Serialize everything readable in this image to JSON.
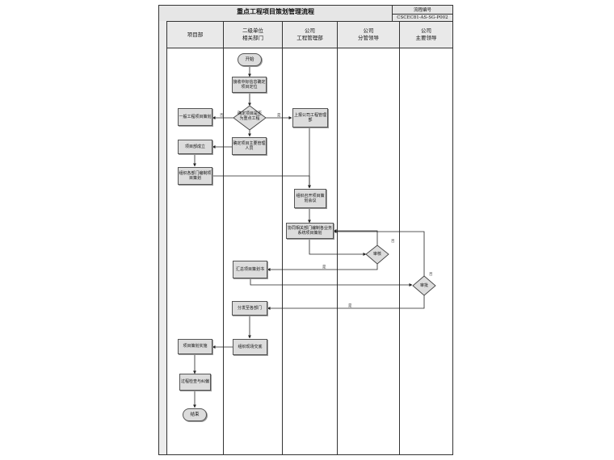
{
  "title": "重点工程项目策划管理流程",
  "code_label": "流程编号",
  "code_value": "CSCEC81-AS-SG-P002",
  "lanes": [
    {
      "line1": "项目部",
      "line2": ""
    },
    {
      "line1": "二级单位",
      "line2": "相关部门"
    },
    {
      "line1": "公司",
      "line2": "工程管理部"
    },
    {
      "line1": "公司",
      "line2": "分管领导"
    },
    {
      "line1": "公司",
      "line2": "主要领导"
    }
  ],
  "nodes": {
    "start": "开始",
    "receive": "接收中标信息确定项目定位",
    "decide_key": "确定项目是否为重点工程",
    "general_plan": "一般工程项目策划",
    "assign_mgmt": "上报公司工程管理部",
    "confirm_staff": "确定项目主要管理人员",
    "setup_dept": "项目部成立",
    "organize_plan": "组织各部门编制项目策划",
    "org_meeting": "组织召开项目策划会议",
    "coordinate": "协同相关部门编制各业务系统项目策划",
    "review": "审核",
    "summary": "汇总项目策划书",
    "approve": "审批",
    "distribute": "分发至各部门",
    "handover": "组织现场交底",
    "implement": "项目策划实施",
    "check": "过程检查与纠偏",
    "end": "结束"
  },
  "edge_labels": {
    "no": "否",
    "yes": "是"
  }
}
